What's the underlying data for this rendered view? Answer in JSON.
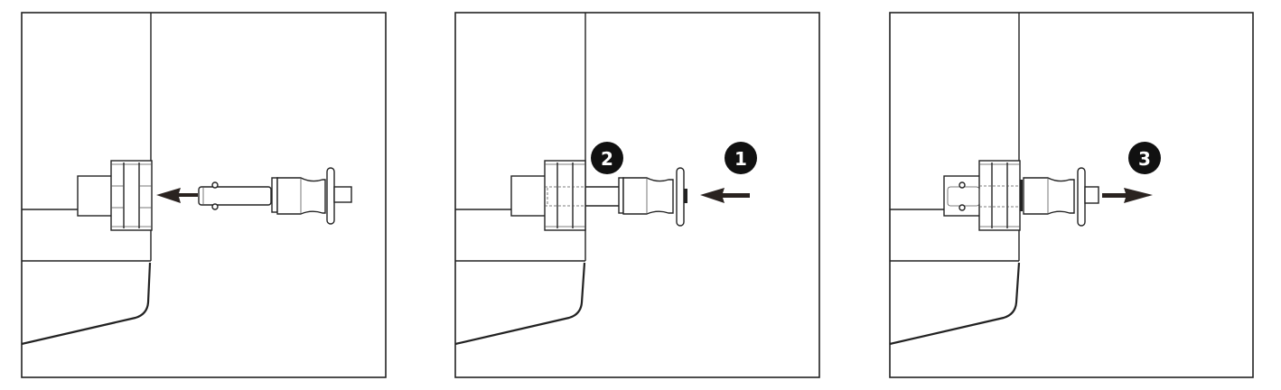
{
  "figure": {
    "type": "assembly-instruction-diagram",
    "panel_count": 3,
    "colors": {
      "line": "#222222",
      "arrow": "#2a2320",
      "badge_fill": "#111111",
      "badge_text": "#ffffff",
      "background": "#ffffff"
    }
  },
  "panels": [
    {
      "index": 1,
      "description": "Pin aligned with hinge, arrow pointing left (insert)",
      "arrow_direction": "left",
      "badges": []
    },
    {
      "index": 2,
      "description": "Press pin button and push pin into hinge",
      "arrow_direction": "left",
      "badges": [
        {
          "label": "2"
        },
        {
          "label": "1"
        }
      ]
    },
    {
      "index": 3,
      "description": "Release button; pin locked, arrow pointing right",
      "arrow_direction": "right",
      "badges": [
        {
          "label": "3"
        }
      ]
    }
  ]
}
